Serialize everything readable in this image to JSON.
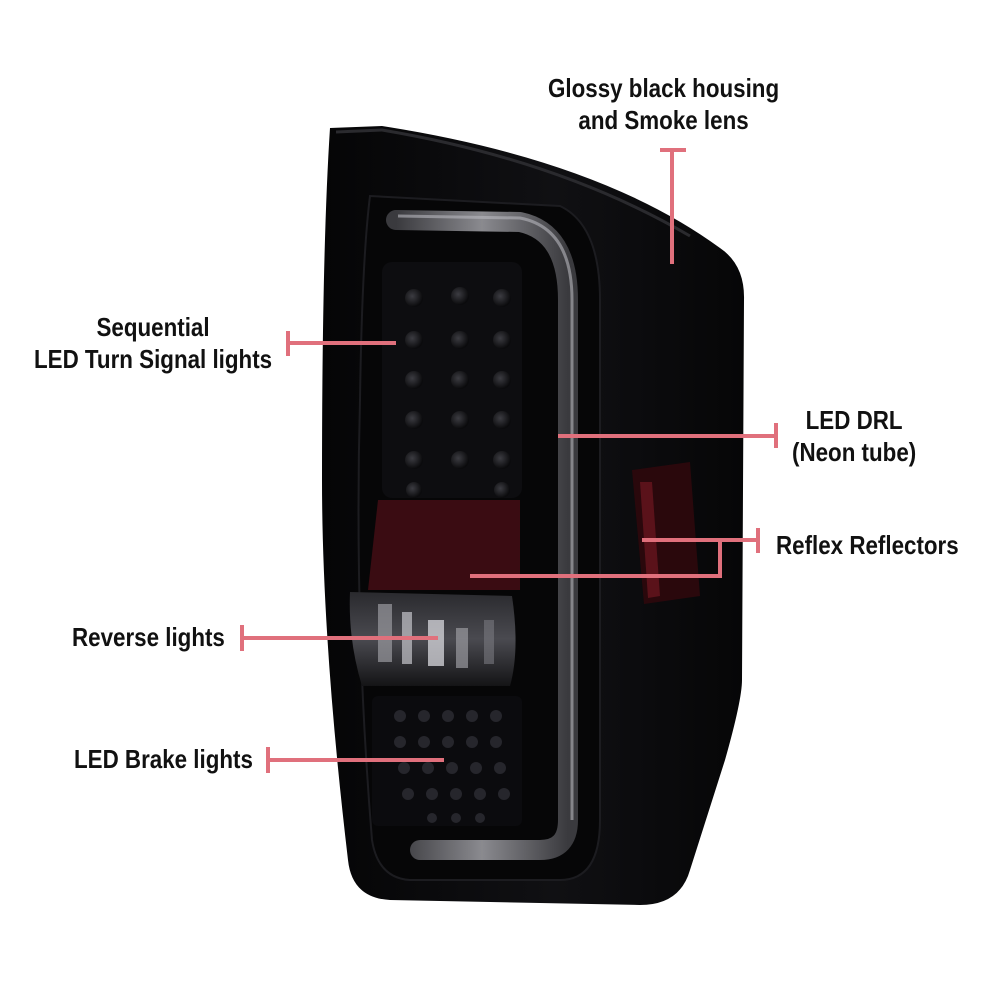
{
  "colors": {
    "background": "#ffffff",
    "housing": "#0b0b0d",
    "neon_tube": "#6a6a6e",
    "reflector": "#3a0c12",
    "leader_line": "#e0707c",
    "label_text": "#111111"
  },
  "callouts": [
    {
      "id": "housing",
      "lines": [
        "Glossy black housing",
        "and Smoke lens"
      ]
    },
    {
      "id": "turn_signal",
      "lines": [
        "Sequential",
        "LED Turn Signal lights"
      ]
    },
    {
      "id": "drl",
      "lines": [
        "LED DRL",
        "(Neon tube)"
      ]
    },
    {
      "id": "reflectors",
      "lines": [
        "Reflex Reflectors"
      ]
    },
    {
      "id": "reverse",
      "lines": [
        "Reverse lights"
      ]
    },
    {
      "id": "brake",
      "lines": [
        "LED Brake lights"
      ]
    }
  ]
}
